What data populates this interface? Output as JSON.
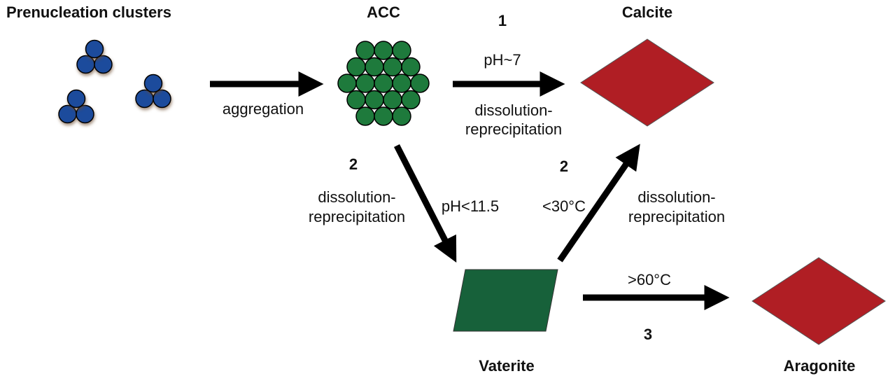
{
  "labels": {
    "prenucleation": "Prenucleation clusters",
    "acc": "ACC",
    "calcite": "Calcite",
    "vaterite": "Vaterite",
    "aragonite": "Aragonite"
  },
  "arrows": {
    "aggregation": "aggregation",
    "path1_number": "1",
    "path1_condition": "pH~7",
    "path1_mechanism": [
      "dissolution-",
      "reprecipitation"
    ],
    "path2a_number": "2",
    "path2a_mechanism": [
      "dissolution-",
      "reprecipitation"
    ],
    "path2a_condition": "pH<11.5",
    "path2b_number": "2",
    "path2b_condition": "<30°C",
    "path2b_mechanism": [
      "dissolution-",
      "reprecipitation"
    ],
    "path3_number": "3",
    "path3_condition": ">60°C"
  },
  "colors": {
    "cluster_blue": "#1f4b9c",
    "acc_green": "#1e7a3c",
    "vaterite_green": "#17613a",
    "crystal_red": "#b01e24"
  }
}
